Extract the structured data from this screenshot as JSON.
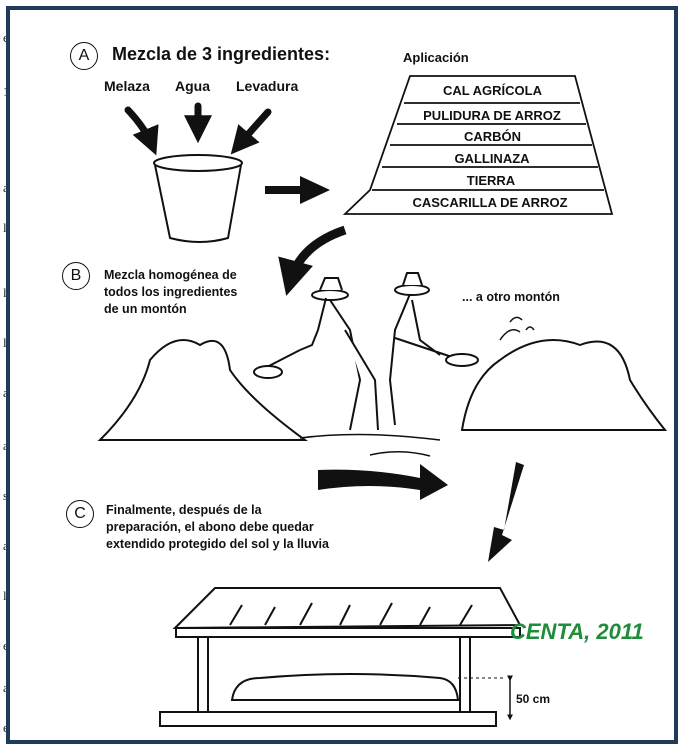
{
  "side_letters": [
    "e",
    "1",
    "a",
    "l",
    "l",
    "l",
    "a",
    "a",
    "s",
    "a",
    "l",
    "e",
    "a",
    "e"
  ],
  "section_a": {
    "marker": "A",
    "title": "Mezcla de 3 ingredientes:",
    "ingredients": [
      "Melaza",
      "Agua",
      "Levadura"
    ]
  },
  "application": {
    "title": "Aplicación",
    "layers": [
      "CAL AGRÍCOLA",
      "PULIDURA DE ARROZ",
      "CARBÓN",
      "GALLINAZA",
      "TIERRA",
      "CASCARILLA DE ARROZ"
    ]
  },
  "section_b": {
    "marker": "B",
    "text_lines": [
      "Mezcla homogénea de",
      "todos los ingredientes",
      "de un montón"
    ],
    "right_text": "... a otro montón"
  },
  "section_c": {
    "marker": "C",
    "text_lines": [
      "Finalmente, después de la",
      "preparación, el abono debe quedar",
      "extendido protegido del sol y la lluvia"
    ],
    "height_label": "50 cm"
  },
  "credit": "CENTA, 2011",
  "colors": {
    "frame": "#1f3a5a",
    "credit": "#1e8c3a",
    "ink": "#111111"
  }
}
